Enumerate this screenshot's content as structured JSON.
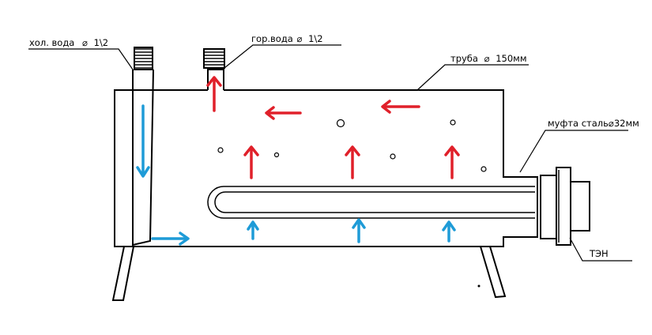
{
  "labels": {
    "cold_water": "хол. вода",
    "cold_size": "1\\2",
    "hot_water": "гор.вода",
    "hot_size": "1\\2",
    "pipe": "труба",
    "pipe_size": "150мм",
    "coupling": "муфта сталь",
    "coupling_size": "32мм",
    "heater": "ТЭН"
  },
  "colors": {
    "outline": "#000000",
    "hot_flow": "#e0202a",
    "cold_flow": "#1e9bd7",
    "thread": "#555555",
    "background": "#ffffff"
  },
  "icons": {
    "diameter": "diameter-symbol-icon",
    "arrow": "flow-arrow-icon"
  }
}
